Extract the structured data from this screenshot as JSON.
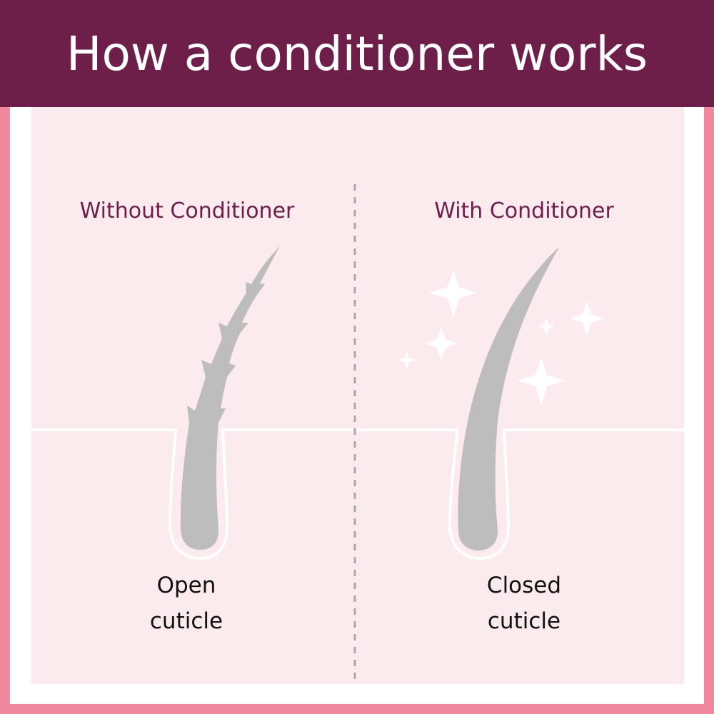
{
  "header": {
    "title": "How a conditioner works"
  },
  "left": {
    "title": "Without Conditioner",
    "caption_line1": "Open",
    "caption_line2": "cuticle"
  },
  "right": {
    "title": "With Conditioner",
    "caption_line1": "Closed",
    "caption_line2": "cuticle"
  },
  "colors": {
    "header_bg": "#6d1f4a",
    "outer_border": "#f0899d",
    "panel_bg": "#fcebee",
    "hair": "#bdbdbd",
    "accent_text": "#6d1f4a",
    "sparkle": "#ffffff"
  },
  "icons": [
    "hair-strand-damaged-icon",
    "hair-strand-smooth-icon",
    "sparkle-icon",
    "divider-line"
  ]
}
